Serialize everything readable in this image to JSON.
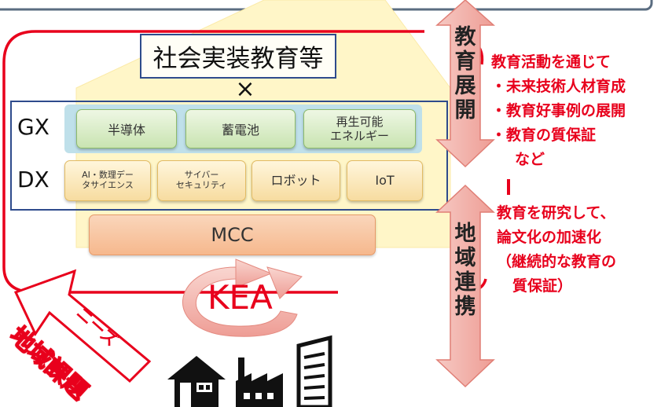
{
  "title_box": "社会実装教育等",
  "times_symbol": "×",
  "gx": {
    "label": "GX",
    "items": [
      "半導体",
      "蓄電池",
      [
        "再生可能",
        "エネルギー"
      ]
    ]
  },
  "dx": {
    "label": "DX",
    "items": [
      [
        "AI・数理デー",
        "タサイエンス"
      ],
      [
        "サイバー",
        "セキュリティ"
      ],
      "ロボット",
      "IoT"
    ]
  },
  "mcc": "MCC",
  "kea": "KEA",
  "arrow_top": [
    "教",
    "育",
    "展",
    "開"
  ],
  "arrow_bottom": [
    "地",
    "域",
    "連",
    "携"
  ],
  "needs_label": "ニーズ",
  "regional_issue_label": "地域課題",
  "red_notes": {
    "intro": "教育活動を通じて",
    "bullets": [
      "・未来技術人材育成",
      "・教育好事例の展開",
      "・教育の質保証"
    ],
    "etc": "など",
    "research": [
      "教育を研究して、",
      "論文化の加速化",
      "（継続的な教育の",
      "質保証）"
    ]
  },
  "colors": {
    "red": "#e8001c",
    "navy": "#2e4b8c",
    "green_fill": "#d7ecc4",
    "orange_fill": "#f8c39c",
    "house_yellow": "#fff6c8",
    "arrow_pink": "#f0a7a0"
  },
  "icons": [
    "house-icon",
    "factory-icon",
    "office-building-icon"
  ]
}
